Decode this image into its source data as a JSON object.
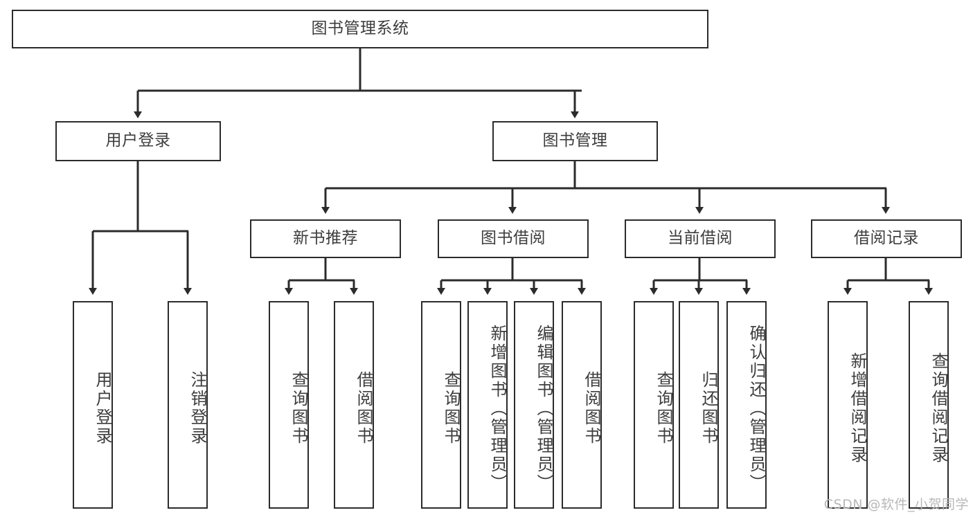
{
  "diagram": {
    "type": "tree",
    "title": "图书管理系统",
    "watermark": "CSDN @软件_小贺同学",
    "colors": {
      "box_border": "#2b2b2b",
      "box_fill": "#ffffff",
      "text": "#3d3d3d",
      "edge": "#2b2b2b",
      "watermark": "#b8b8b8"
    },
    "nodes": {
      "root": {
        "label": "图书管理系统",
        "level": 1,
        "orientation": "horizontal"
      },
      "l2_a": {
        "label": "用户登录",
        "level": 2,
        "orientation": "horizontal"
      },
      "l2_b": {
        "label": "图书管理",
        "level": 2,
        "orientation": "horizontal"
      },
      "l3_a": {
        "label": "新书推荐",
        "level": 3,
        "orientation": "horizontal"
      },
      "l3_b": {
        "label": "图书借阅",
        "level": 3,
        "orientation": "horizontal"
      },
      "l3_c": {
        "label": "当前借阅",
        "level": 3,
        "orientation": "horizontal"
      },
      "l3_d": {
        "label": "借阅记录",
        "level": 3,
        "orientation": "horizontal"
      },
      "leaf_01": {
        "label": "用户登录",
        "level": 4,
        "orientation": "vertical",
        "parent": "用户登录"
      },
      "leaf_02": {
        "label": "注销登录",
        "level": 4,
        "orientation": "vertical",
        "parent": "用户登录"
      },
      "leaf_03": {
        "label": "查询图书",
        "level": 4,
        "orientation": "vertical",
        "parent": "新书推荐"
      },
      "leaf_04": {
        "label": "借阅图书",
        "level": 4,
        "orientation": "vertical",
        "parent": "新书推荐"
      },
      "leaf_05": {
        "label": "查询图书",
        "level": 4,
        "orientation": "vertical",
        "parent": "图书借阅"
      },
      "leaf_06": {
        "label": "新增图书（管理员）",
        "level": 4,
        "orientation": "vertical",
        "parent": "图书借阅"
      },
      "leaf_07": {
        "label": "编辑图书（管理员）",
        "level": 4,
        "orientation": "vertical",
        "parent": "图书借阅"
      },
      "leaf_08": {
        "label": "借阅图书",
        "level": 4,
        "orientation": "vertical",
        "parent": "图书借阅"
      },
      "leaf_09": {
        "label": "查询图书",
        "level": 4,
        "orientation": "vertical",
        "parent": "当前借阅"
      },
      "leaf_10": {
        "label": "归还图书",
        "level": 4,
        "orientation": "vertical",
        "parent": "当前借阅"
      },
      "leaf_11": {
        "label": "确认归还（管理员）",
        "level": 4,
        "orientation": "vertical",
        "parent": "当前借阅"
      },
      "leaf_12": {
        "label": "新增借阅记录",
        "level": 4,
        "orientation": "vertical",
        "parent": "借阅记录"
      },
      "leaf_13": {
        "label": "查询借阅记录",
        "level": 4,
        "orientation": "vertical",
        "parent": "借阅记录"
      }
    }
  }
}
